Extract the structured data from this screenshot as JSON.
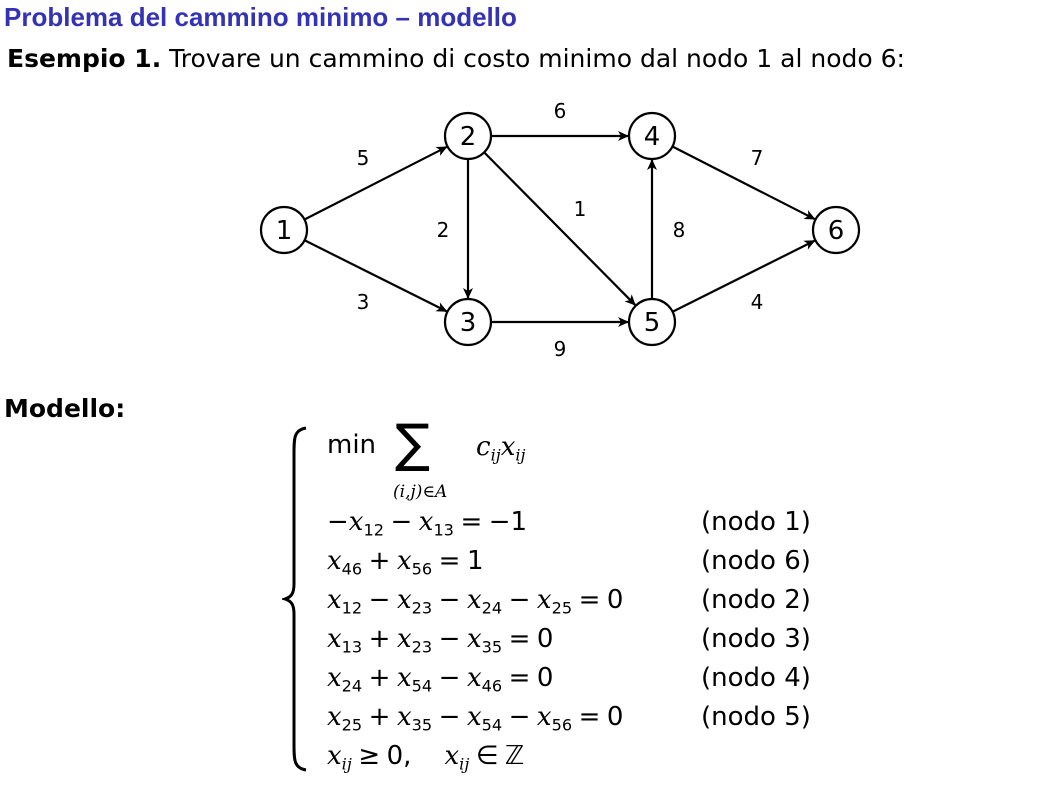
{
  "slide": {
    "title": "Problema del cammino minimo – modello",
    "example_label": "Esempio 1.",
    "example_text": "Trovare un cammino di costo minimo dal nodo 1 al nodo 6:"
  },
  "graph": {
    "nodes": [
      "1",
      "2",
      "3",
      "4",
      "5",
      "6"
    ],
    "edges": [
      {
        "from": "1",
        "to": "2",
        "cost": "5"
      },
      {
        "from": "1",
        "to": "3",
        "cost": "3"
      },
      {
        "from": "2",
        "to": "3",
        "cost": "2"
      },
      {
        "from": "2",
        "to": "4",
        "cost": "6"
      },
      {
        "from": "2",
        "to": "5",
        "cost": "1"
      },
      {
        "from": "3",
        "to": "5",
        "cost": "9"
      },
      {
        "from": "5",
        "to": "4",
        "cost": "8"
      },
      {
        "from": "4",
        "to": "6",
        "cost": "7"
      },
      {
        "from": "5",
        "to": "6",
        "cost": "4"
      }
    ]
  },
  "model": {
    "heading": "Modello:",
    "objective_word": "min",
    "sum_symbol": "∑",
    "sum_index": "(i,j)∈A",
    "constraints_tags": [
      "(nodo 1)",
      "(nodo 6)",
      "(nodo 2)",
      "(nodo 3)",
      "(nodo 4)",
      "(nodo 5)"
    ]
  }
}
